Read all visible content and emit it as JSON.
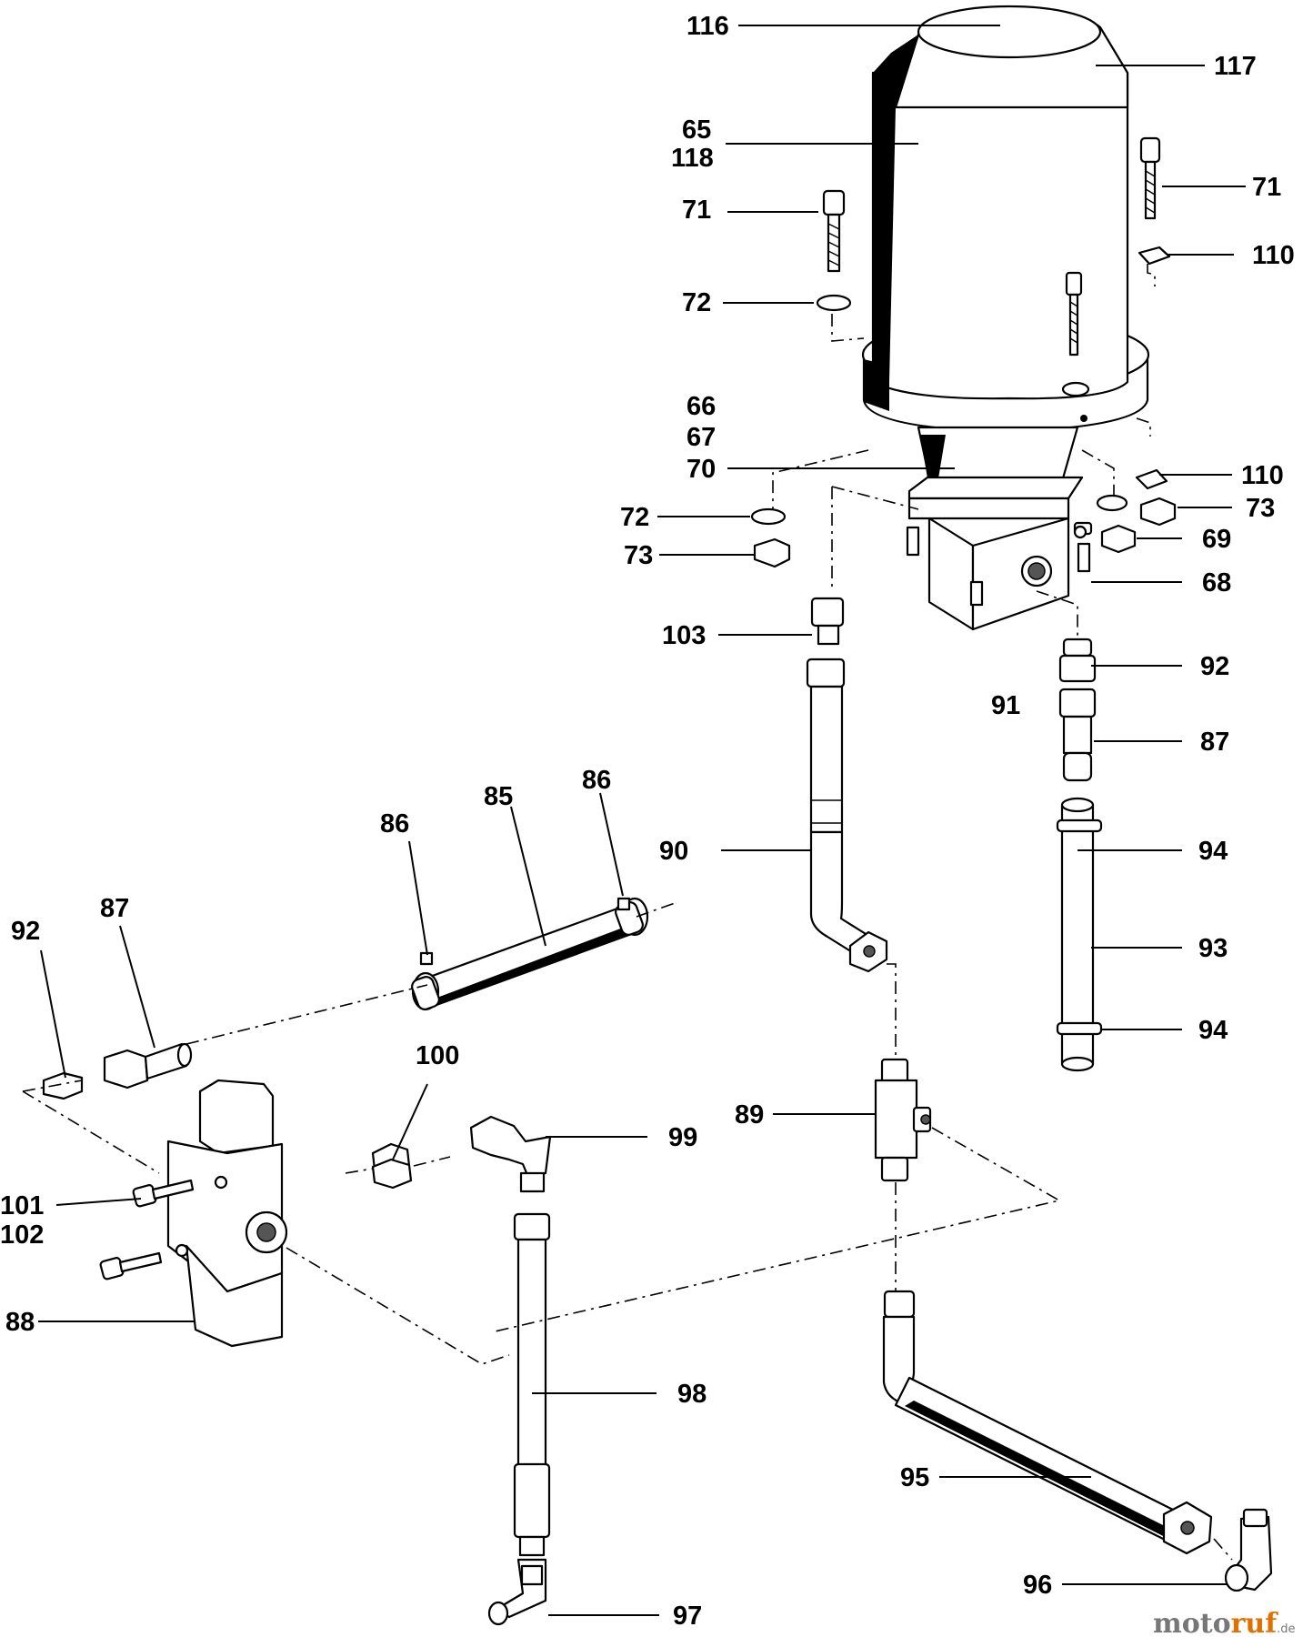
{
  "diagram": {
    "labels": [
      {
        "id": "116",
        "text": "116"
      },
      {
        "id": "117",
        "text": "117"
      },
      {
        "id": "65",
        "text": "65"
      },
      {
        "id": "118",
        "text": "118"
      },
      {
        "id": "71a",
        "text": "71"
      },
      {
        "id": "71b",
        "text": "71"
      },
      {
        "id": "110a",
        "text": "110"
      },
      {
        "id": "72a",
        "text": "72"
      },
      {
        "id": "66",
        "text": "66"
      },
      {
        "id": "67",
        "text": "67"
      },
      {
        "id": "70",
        "text": "70"
      },
      {
        "id": "110b",
        "text": "110"
      },
      {
        "id": "72b",
        "text": "72"
      },
      {
        "id": "73a",
        "text": "73"
      },
      {
        "id": "73b",
        "text": "73"
      },
      {
        "id": "69",
        "text": "69"
      },
      {
        "id": "68",
        "text": "68"
      },
      {
        "id": "103",
        "text": "103"
      },
      {
        "id": "92a",
        "text": "92"
      },
      {
        "id": "91",
        "text": "91"
      },
      {
        "id": "87a",
        "text": "87"
      },
      {
        "id": "86a",
        "text": "86"
      },
      {
        "id": "85",
        "text": "85"
      },
      {
        "id": "86b",
        "text": "86"
      },
      {
        "id": "90",
        "text": "90"
      },
      {
        "id": "94a",
        "text": "94"
      },
      {
        "id": "92b",
        "text": "92"
      },
      {
        "id": "87b",
        "text": "87"
      },
      {
        "id": "93",
        "text": "93"
      },
      {
        "id": "94b",
        "text": "94"
      },
      {
        "id": "100",
        "text": "100"
      },
      {
        "id": "89",
        "text": "89"
      },
      {
        "id": "99",
        "text": "99"
      },
      {
        "id": "101",
        "text": "101"
      },
      {
        "id": "102",
        "text": "102"
      },
      {
        "id": "88",
        "text": "88"
      },
      {
        "id": "98",
        "text": "98"
      },
      {
        "id": "95",
        "text": "95"
      },
      {
        "id": "96",
        "text": "96"
      },
      {
        "id": "97",
        "text": "97"
      }
    ]
  },
  "watermark": {
    "part1": "moto",
    "part2": "ruf",
    "suffix": ".de"
  }
}
